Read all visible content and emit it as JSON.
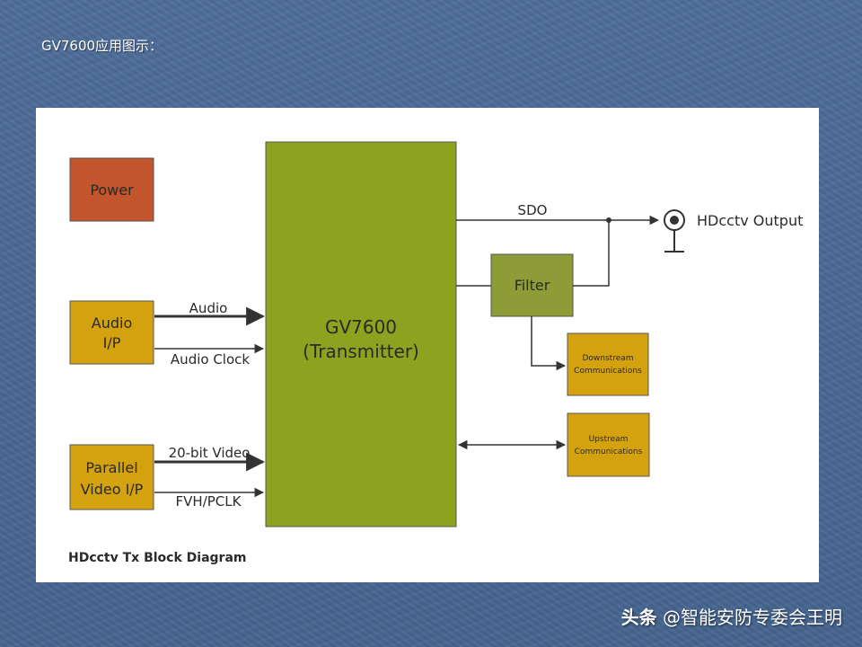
{
  "slide": {
    "title": "GV7600应用图示：",
    "watermark_brand": "头条",
    "watermark_handle": "@智能安防专委会王明"
  },
  "diagram": {
    "caption": "HDcctv Tx Block Diagram",
    "blocks": {
      "power": "Power",
      "audio_line1": "Audio",
      "audio_line2": "I/P",
      "parallel_line1": "Parallel",
      "parallel_line2": "Video I/P",
      "main_line1": "GV7600",
      "main_line2": "(Transmitter)",
      "filter": "Filter",
      "downstream_line1": "Downstream",
      "downstream_line2": "Communications",
      "upstream_line1": "Upstream",
      "upstream_line2": "Communications"
    },
    "signals": {
      "audio": "Audio",
      "audio_clock": "Audio Clock",
      "video": "20-bit Video",
      "fvh": "FVH/PCLK",
      "sdo": "SDO"
    },
    "output_label": "HDcctv Output",
    "colors": {
      "power": "#c2552b",
      "io_block": "#d4a20f",
      "main_block": "#8da21e",
      "filter": "#8d9c36",
      "line": "#333333"
    }
  }
}
